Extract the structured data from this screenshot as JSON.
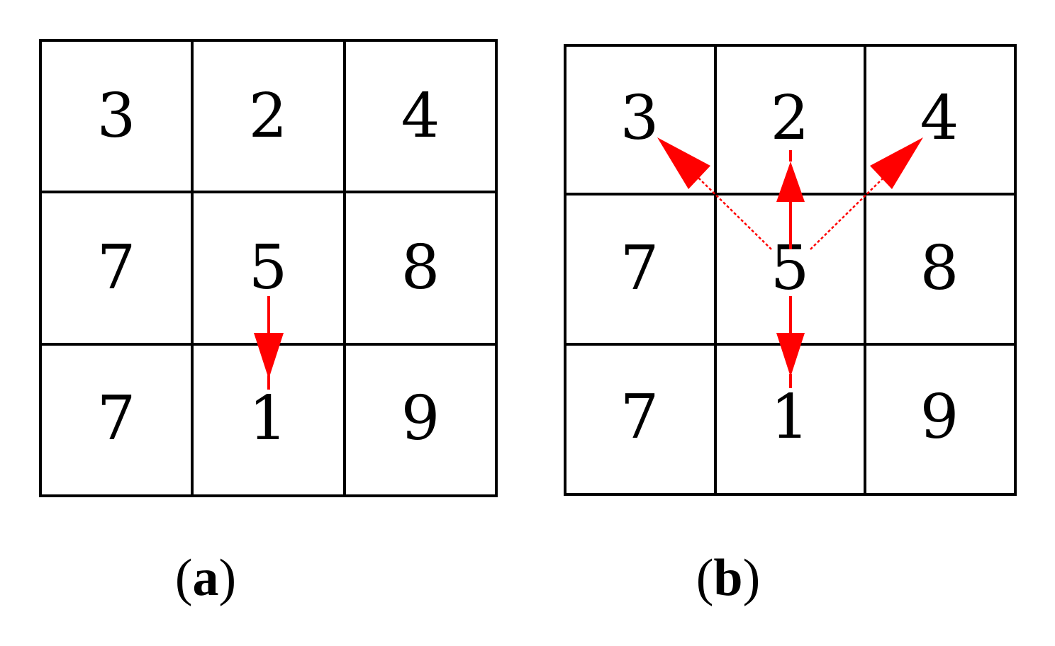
{
  "colors": {
    "grid": "#000000",
    "arrow": "#ff0000",
    "text": "#000000",
    "background": "#ffffff"
  },
  "panels": [
    {
      "id": "a",
      "caption_open": "(",
      "caption_letter": "a",
      "caption_close": ")",
      "cells": [
        "3",
        "2",
        "4",
        "7",
        "5",
        "8",
        "7",
        "1",
        "9"
      ],
      "arrows": [
        {
          "from": "5",
          "to": "1",
          "direction": "down"
        }
      ]
    },
    {
      "id": "b",
      "caption_open": "(",
      "caption_letter": "b",
      "caption_close": ")",
      "cells": [
        "3",
        "2",
        "4",
        "7",
        "5",
        "8",
        "7",
        "1",
        "9"
      ],
      "arrows": [
        {
          "from": "5",
          "to": "3",
          "direction": "up-left"
        },
        {
          "from": "5",
          "to": "2",
          "direction": "up"
        },
        {
          "from": "5",
          "to": "4",
          "direction": "up-right"
        },
        {
          "from": "5",
          "to": "1",
          "direction": "down"
        }
      ]
    }
  ]
}
